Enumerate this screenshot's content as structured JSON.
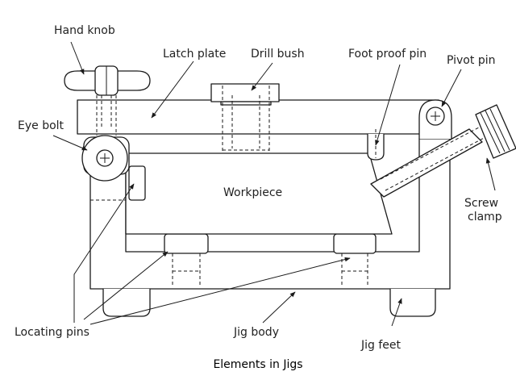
{
  "labels": {
    "hand_knob": "Hand knob",
    "latch_plate": "Latch plate",
    "drill_bush": "Drill bush",
    "foot_proof_pin": "Foot proof pin",
    "pivot_pin": "Pivot pin",
    "eye_bolt": "Eye bolt",
    "workpiece": "Workpiece",
    "screw": "Screw",
    "clamp": "clamp",
    "locating_pins": "Locating pins",
    "jig_body": "Jig body",
    "jig_feet": "Jig feet"
  },
  "caption": "Elements in Jigs"
}
